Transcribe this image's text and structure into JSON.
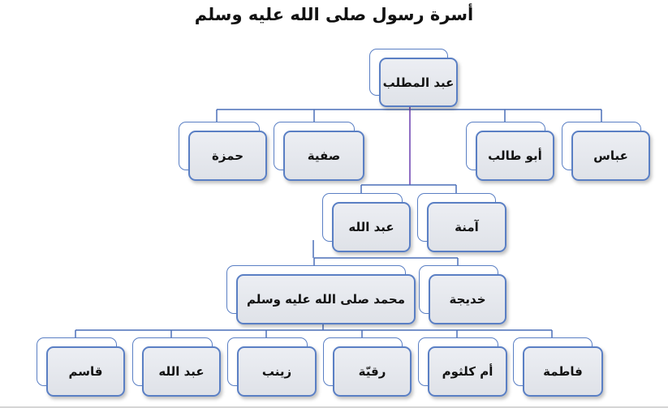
{
  "title": "أسرة رسول صلى الله عليه وسلم",
  "colors": {
    "box_border": "#5a7fc4",
    "connector": "#4a6fb8",
    "accent_connector": "#6a3fb0"
  },
  "nodes": {
    "abdulmuttalib": "عبد المطلب",
    "abbas": "عباس",
    "abutalib": "أبو طالب",
    "safiyya": "صفية",
    "hamza": "حمزة",
    "amina": "آمنة",
    "abdullah_father": "عبد الله",
    "khadija": "خديجة",
    "muhammad": "محمد صلى الله عليه وسلم",
    "fatima": "فاطمة",
    "umm_kulthum": "أم كلثوم",
    "ruqayya": "رقيّة",
    "zaynab": "زينب",
    "abdullah_son": "عبد الله",
    "qasim": "قاسم"
  }
}
